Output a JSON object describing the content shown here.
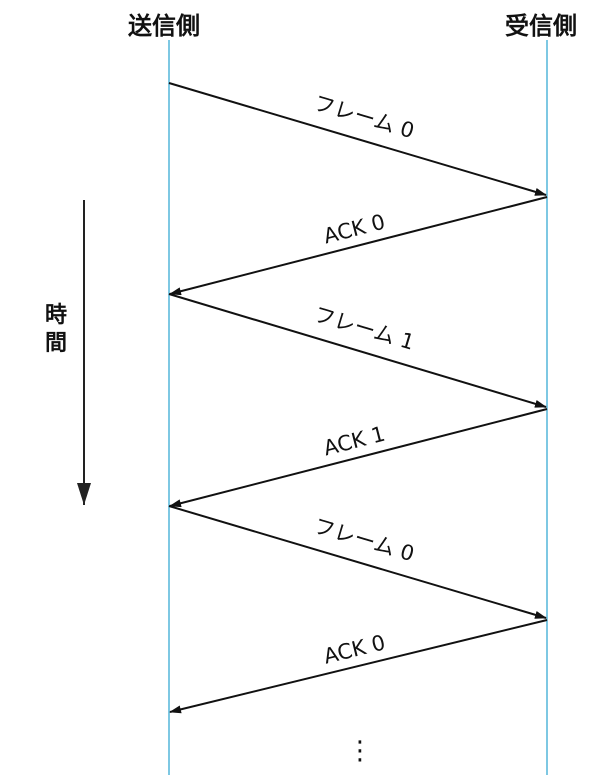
{
  "sender_label": "送信側",
  "receiver_label": "受信側",
  "time_label": "時間",
  "continuation": "⋮",
  "colors": {
    "lifeline": "#7ec8e3",
    "arrow": "#111111"
  },
  "messages": [
    {
      "label": "フレーム 0",
      "direction": "sender-to-receiver"
    },
    {
      "label": "ACK 0",
      "direction": "receiver-to-sender"
    },
    {
      "label": "フレーム 1",
      "direction": "sender-to-receiver"
    },
    {
      "label": "ACK 1",
      "direction": "receiver-to-sender"
    },
    {
      "label": "フレーム 0",
      "direction": "sender-to-receiver"
    },
    {
      "label": "ACK 0",
      "direction": "receiver-to-sender"
    }
  ]
}
